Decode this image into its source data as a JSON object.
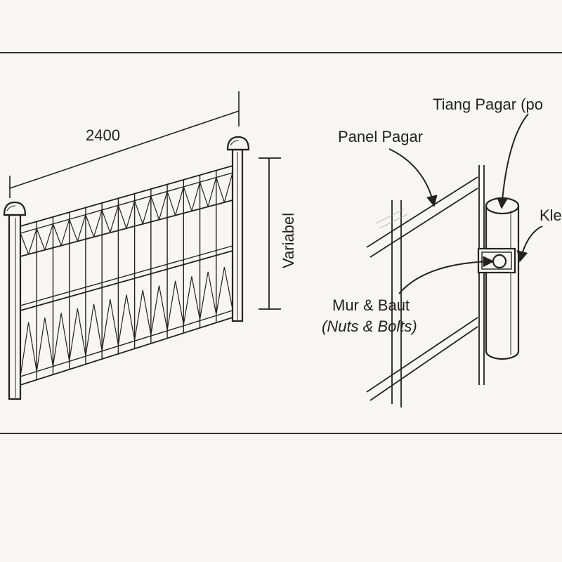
{
  "dimension": {
    "width_label": "2400",
    "height_label": "Variabel"
  },
  "labels": {
    "panel": "Panel Pagar",
    "post": "Tiang Pagar (po",
    "clamp": "Kle",
    "nuts_id": "Mur & Baut",
    "nuts_en": "(Nuts & Bolts)"
  },
  "colors": {
    "ink": "#222222",
    "paper": "#f7f6f2"
  }
}
